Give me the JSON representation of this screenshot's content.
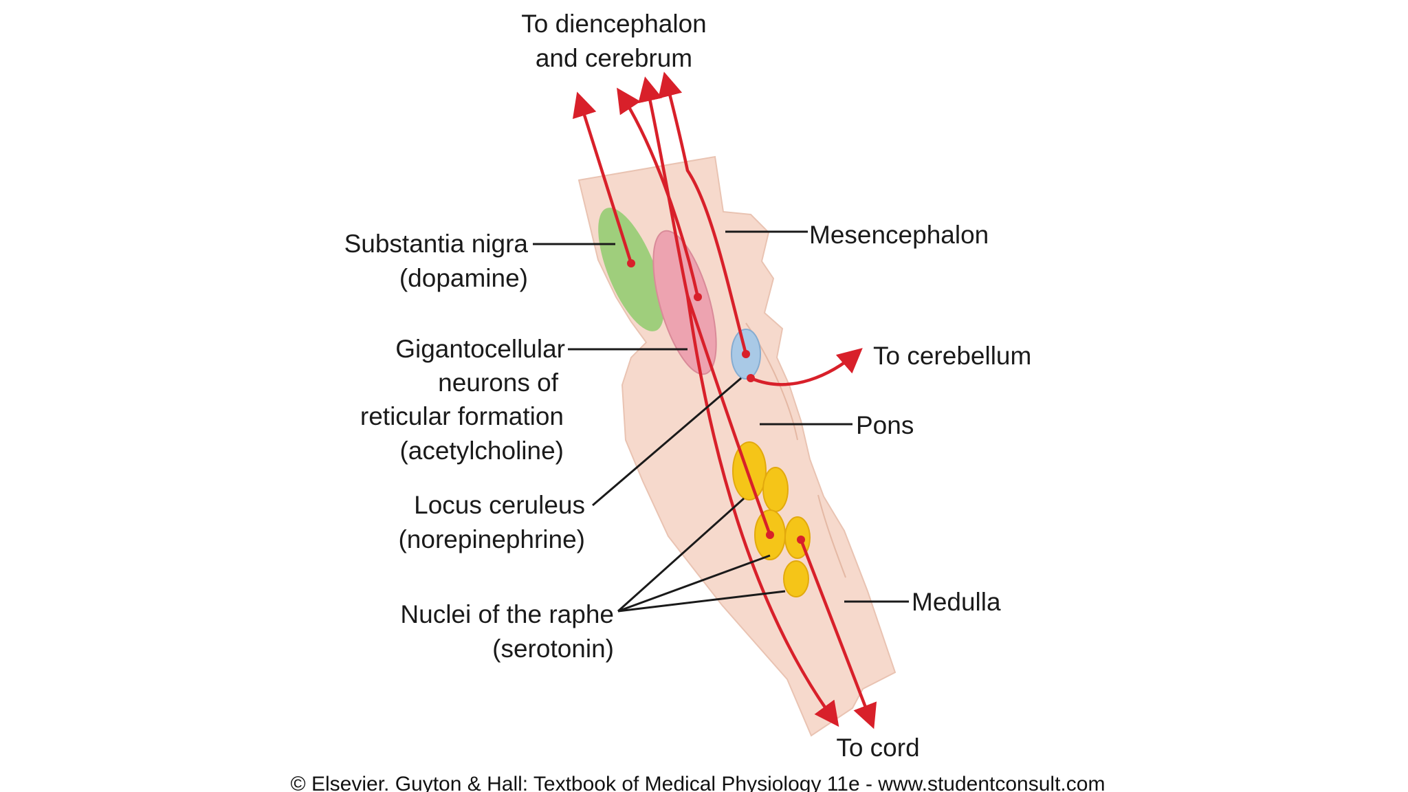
{
  "labels": {
    "top": [
      "To diencephalon",
      "and cerebrum"
    ],
    "mesencephalon": "Mesencephalon",
    "substantia_nigra": [
      "Substantia nigra",
      "(dopamine)"
    ],
    "gigantocellular": [
      "Gigantocellular",
      "neurons of",
      "reticular formation",
      "(acetylcholine)"
    ],
    "cerebellum": "To cerebellum",
    "pons": "Pons",
    "locus_ceruleus": [
      "Locus ceruleus",
      "(norepinephrine)"
    ],
    "raphe": [
      "Nuclei of the raphe",
      "(serotonin)"
    ],
    "medulla": "Medulla",
    "cord": "To cord"
  },
  "credit": "© Elsevier. Guyton & Hall: Textbook of Medical Physiology 11e - www.studentconsult.com",
  "colors": {
    "brainstem": "#f6d9cc",
    "tract": "#d8202a",
    "substantia_nigra": "#9fce7c",
    "gigantocellular": "#eda3b0",
    "locus_ceruleus": "#a9c9e6",
    "raphe": "#f5c518"
  }
}
